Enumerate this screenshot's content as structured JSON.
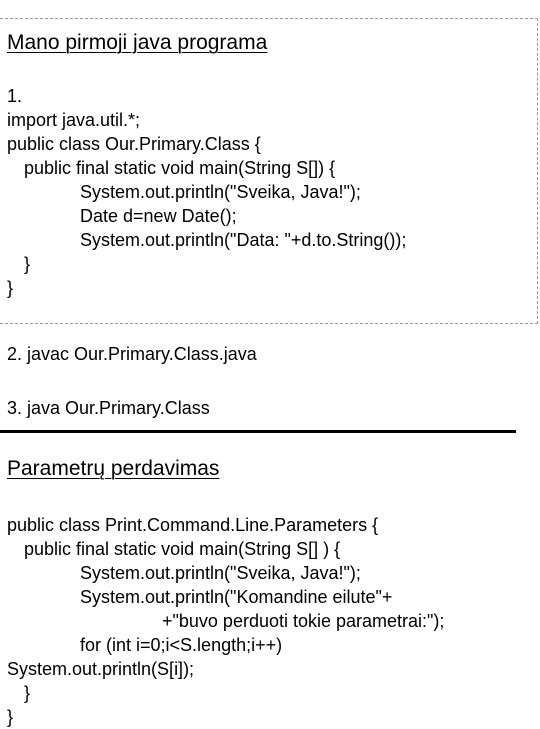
{
  "section1": {
    "title": "Mano pirmoji java programa",
    "code": [
      "1.",
      "import java.util.*;",
      "public class Our.Primary.Class {",
      "public final static void main(String S[]) {",
      "System.out.println(\"Sveika, Java!\");",
      "Date d=new Date();",
      "System.out.println(\"Data: \"+d.to.String());",
      "}",
      "}"
    ]
  },
  "steps": [
    "2. javac Our.Primary.Class.java",
    "3. java Our.Primary.Class"
  ],
  "section2": {
    "title": "Parametrų perdavimas",
    "code": [
      "public class Print.Command.Line.Parameters {",
      "public final static void main(String S[] ) {",
      "System.out.println(\"Sveika, Java!\");",
      "System.out.println(\"Komandine eilute\"+",
      "+\"buvo perduoti tokie parametrai:\");",
      "for (int i=0;i<S.length;i++)",
      "System.out.println(S[i]);",
      "}",
      "}"
    ]
  }
}
